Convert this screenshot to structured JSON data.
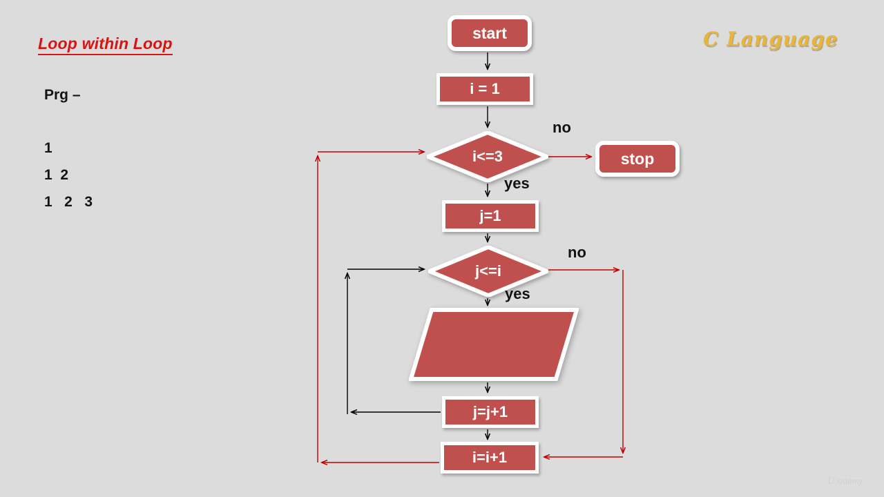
{
  "slide": {
    "background_color": "#dcdcdc",
    "title": "Loop within Loop",
    "title_color": "#d81313",
    "brand": "C Language",
    "brand_color": "#e8b53a",
    "watermark": "Udemy",
    "watermark_mark": "U"
  },
  "program": {
    "label": "Prg –",
    "output_lines": [
      "1",
      "1  2",
      "1   2   3"
    ]
  },
  "flowchart": {
    "shape_fill": "#c0504d",
    "shape_border": "#ffffff",
    "flow_arrow_color": "#000000",
    "loop_arrow_color": "#c00000",
    "nodes": [
      {
        "id": "start",
        "label": "start",
        "shape": "terminator"
      },
      {
        "id": "i-init",
        "label": "i = 1",
        "shape": "process"
      },
      {
        "id": "i-cond",
        "label": "i<=3",
        "shape": "decision"
      },
      {
        "id": "stop",
        "label": "stop",
        "shape": "terminator"
      },
      {
        "id": "j-init",
        "label": "j=1",
        "shape": "process"
      },
      {
        "id": "j-cond",
        "label": "j<=i",
        "shape": "decision"
      },
      {
        "id": "output",
        "label": "",
        "shape": "input-output"
      },
      {
        "id": "j-inc",
        "label": "j=j+1",
        "shape": "process"
      },
      {
        "id": "i-inc",
        "label": "i=i+1",
        "shape": "process"
      }
    ],
    "edge_labels": {
      "i_cond_no": "no",
      "i_cond_yes": "yes",
      "j_cond_no": "no",
      "j_cond_yes": "yes"
    }
  }
}
